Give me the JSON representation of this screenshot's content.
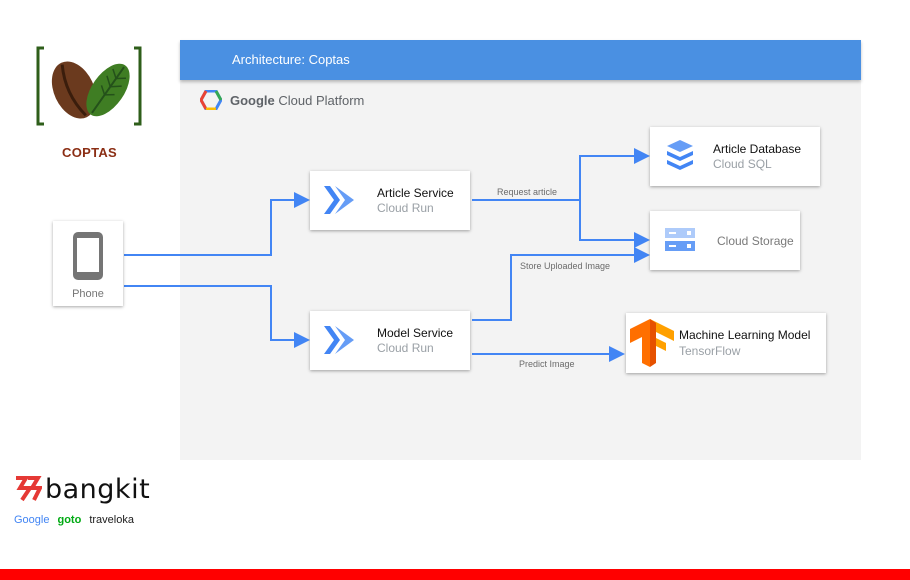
{
  "header": {
    "title": "Architecture: Coptas"
  },
  "platform": {
    "brand": "Google",
    "label": "Cloud Platform"
  },
  "logo": {
    "text": "COPTAS"
  },
  "nodes": {
    "phone": {
      "label": "Phone"
    },
    "article_service": {
      "title": "Article Service",
      "subtitle": "Cloud Run"
    },
    "model_service": {
      "title": "Model Service",
      "subtitle": "Cloud Run"
    },
    "article_database": {
      "title": "Article Database",
      "subtitle": "Cloud SQL"
    },
    "cloud_storage": {
      "title": "Cloud Storage"
    },
    "ml_model": {
      "title": "Machine Learning Model",
      "subtitle": "TensorFlow"
    }
  },
  "edges": {
    "request_article": "Request article",
    "store_uploaded_image": "Store Uploaded Image",
    "predict_image": "Predict Image"
  },
  "sponsor": {
    "name": "bangkit",
    "partners": [
      "Google",
      "goto",
      "traveloka"
    ]
  },
  "colors": {
    "accent": "#4a90e2",
    "connector": "#4285f4",
    "bottom_bar": "#ff0000"
  }
}
